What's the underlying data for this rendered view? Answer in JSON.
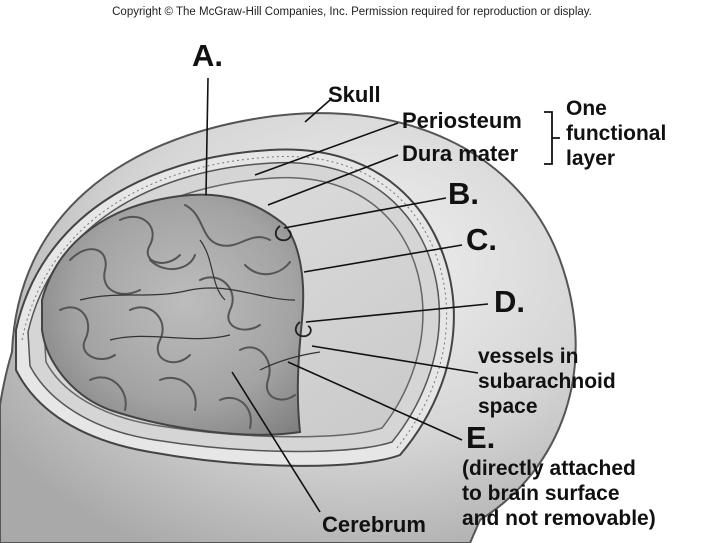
{
  "copyright": "Copyright © The McGraw-Hill Companies, Inc. Permission required for reproduction or display.",
  "labels": {
    "a": "A.",
    "skull": "Skull",
    "periosteum": "Periosteum",
    "dura_mater": "Dura mater",
    "one_functional_layer": [
      "One",
      "functional",
      "layer"
    ],
    "b": "B.",
    "c": "C.",
    "d": "D.",
    "vessels": [
      "vessels in",
      "subarachnoid",
      "space"
    ],
    "e": "E.",
    "e_note": [
      "(directly attached",
      "to brain surface",
      "and not removable)"
    ],
    "cerebrum": "Cerebrum"
  }
}
